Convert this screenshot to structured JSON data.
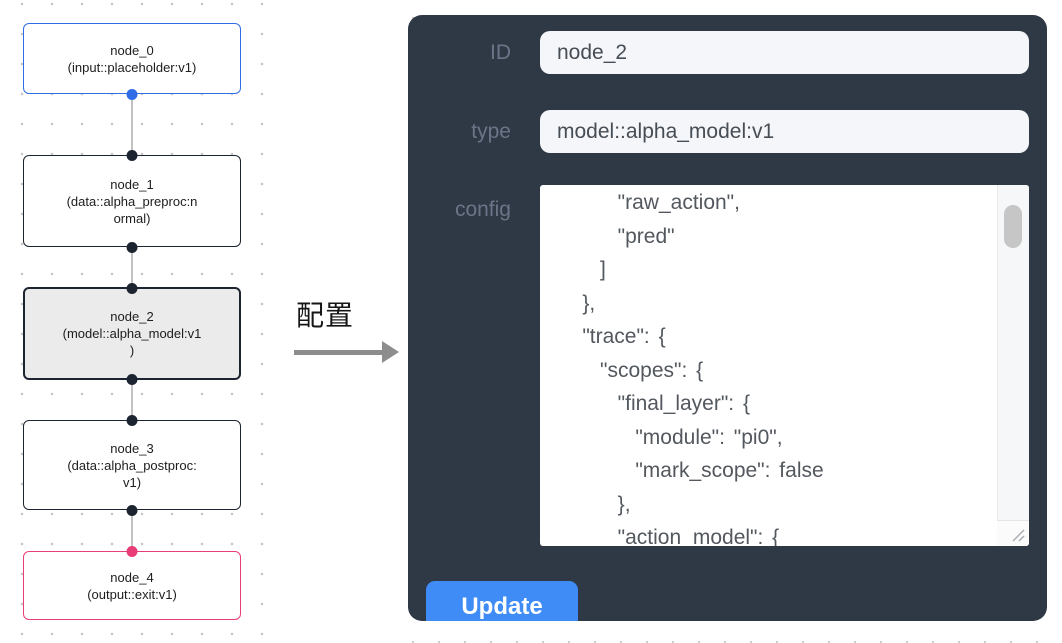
{
  "graph": {
    "edge_color": "#c2c2c2",
    "nodes": [
      {
        "id": "node_0",
        "title": "node_0",
        "subtitle_lines": [
          "(input::placeholder:v1)"
        ],
        "border_color": "#2e6de5",
        "fill": "#ffffff",
        "selected": false,
        "ports": [
          {
            "side": "bottom",
            "color": "#2e6de5"
          }
        ]
      },
      {
        "id": "node_1",
        "title": "node_1",
        "subtitle_lines": [
          "(data::alpha_preproc:n",
          "ormal)"
        ],
        "border_color": "#1c2431",
        "fill": "#ffffff",
        "selected": false,
        "ports": [
          {
            "side": "top",
            "color": "#1c2431"
          },
          {
            "side": "bottom",
            "color": "#1c2431"
          }
        ]
      },
      {
        "id": "node_2",
        "title": "node_2",
        "subtitle_lines": [
          "(model::alpha_model:v1",
          ")"
        ],
        "border_color": "#1c2431",
        "fill": "#ebebeb",
        "selected": true,
        "ports": [
          {
            "side": "top",
            "color": "#1c2431"
          },
          {
            "side": "bottom",
            "color": "#1c2431"
          }
        ]
      },
      {
        "id": "node_3",
        "title": "node_3",
        "subtitle_lines": [
          "(data::alpha_postproc:",
          "v1)"
        ],
        "border_color": "#1c2431",
        "fill": "#ffffff",
        "selected": false,
        "ports": [
          {
            "side": "top",
            "color": "#1c2431"
          },
          {
            "side": "bottom",
            "color": "#1c2431"
          }
        ]
      },
      {
        "id": "node_4",
        "title": "node_4",
        "subtitle_lines": [
          "(output::exit:v1)"
        ],
        "border_color": "#ea3d77",
        "fill": "#ffffff",
        "selected": false,
        "ports": [
          {
            "side": "top",
            "color": "#ea3d77"
          }
        ]
      }
    ]
  },
  "transfer": {
    "label": "配置",
    "arrow_color": "#8d8d8d"
  },
  "panel": {
    "bg_color": "#2f3845",
    "fields": [
      {
        "label": "ID",
        "value": "node_2"
      },
      {
        "label": "type",
        "value": "model::alpha_model:v1"
      }
    ],
    "config_label": "config",
    "config_lines": [
      "        \"raw_action\",",
      "        \"pred\"",
      "      ]",
      "    },",
      "    \"trace\": {",
      "      \"scopes\": {",
      "        \"final_layer\": {",
      "          \"module\": \"pi0\",",
      "          \"mark_scope\": false",
      "        },",
      "        \"action_model\": {"
    ],
    "update_button": {
      "label": "Update",
      "color": "#3f8cf7"
    }
  }
}
